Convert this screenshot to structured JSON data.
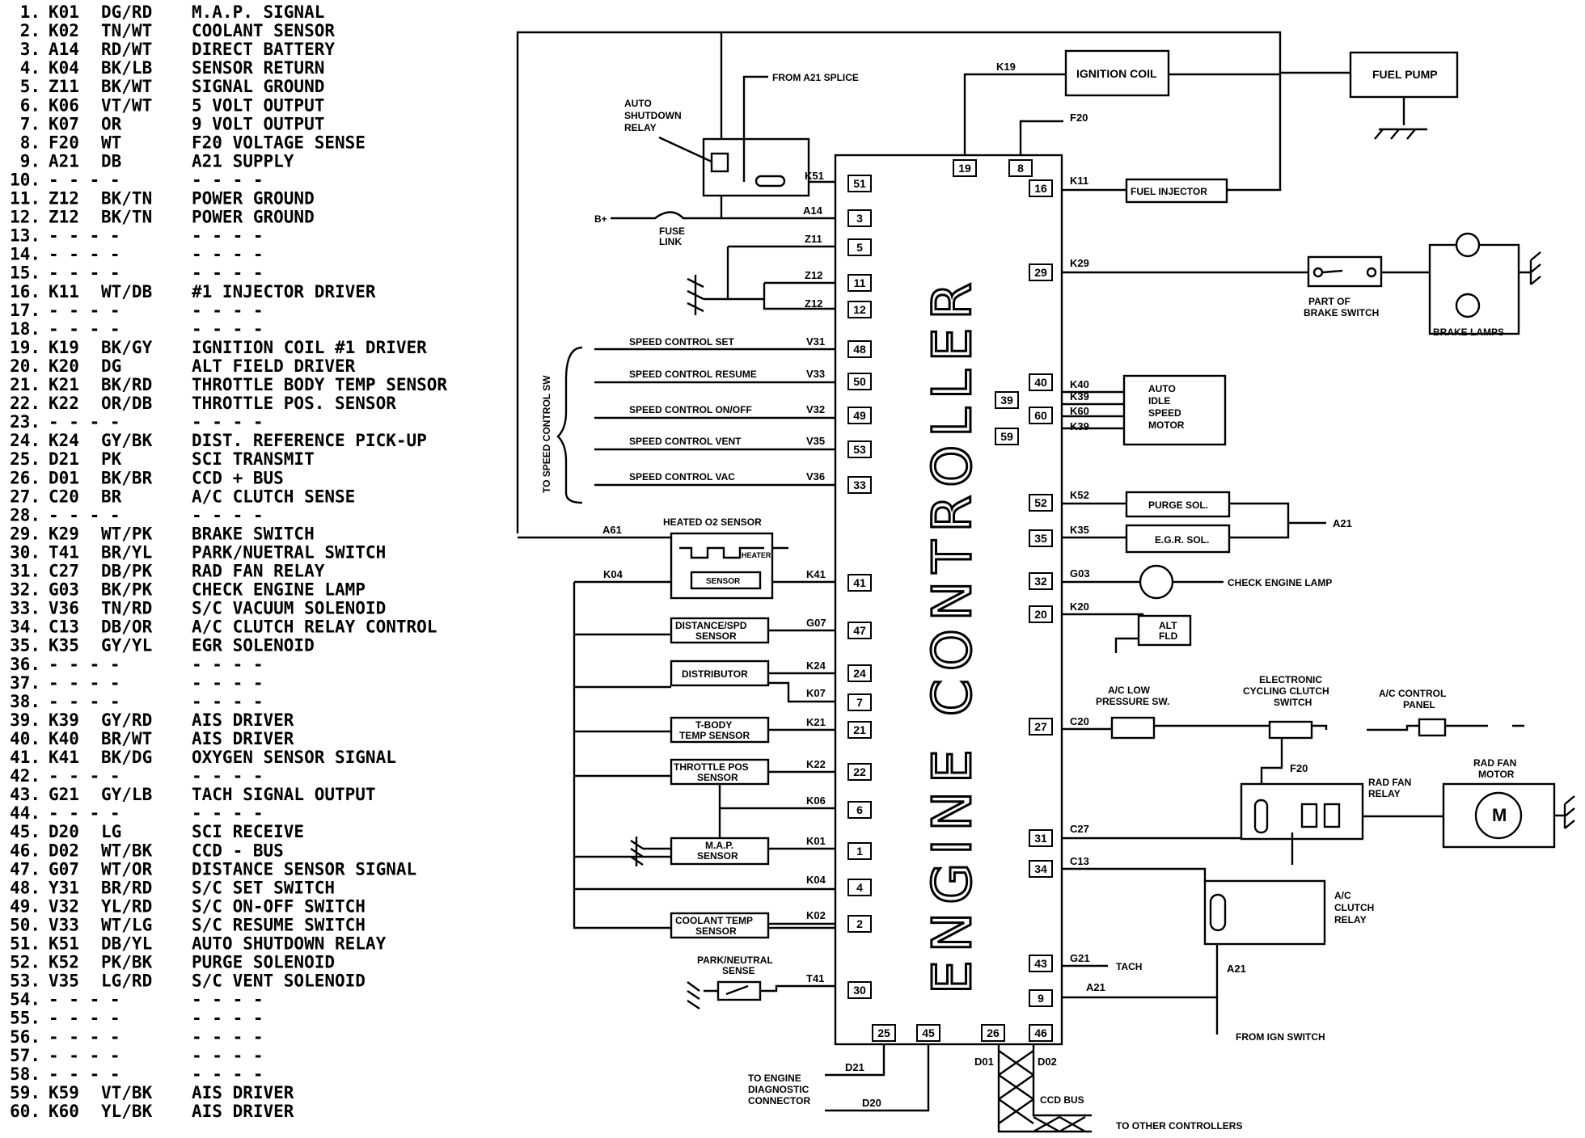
{
  "pin_table": [
    {
      "num": "1.",
      "code": "K01",
      "color": "DG/RD",
      "func": "M.A.P. SIGNAL"
    },
    {
      "num": "2.",
      "code": "K02",
      "color": "TN/WT",
      "func": "COOLANT SENSOR"
    },
    {
      "num": "3.",
      "code": "A14",
      "color": "RD/WT",
      "func": "DIRECT BATTERY"
    },
    {
      "num": "4.",
      "code": "K04",
      "color": "BK/LB",
      "func": "SENSOR RETURN"
    },
    {
      "num": "5.",
      "code": "Z11",
      "color": "BK/WT",
      "func": "SIGNAL GROUND"
    },
    {
      "num": "6.",
      "code": "K06",
      "color": "VT/WT",
      "func": "5 VOLT OUTPUT"
    },
    {
      "num": "7.",
      "code": "K07",
      "color": "OR",
      "func": "9 VOLT OUTPUT"
    },
    {
      "num": "8.",
      "code": "F20",
      "color": "WT",
      "func": "F20 VOLTAGE SENSE"
    },
    {
      "num": "9.",
      "code": "A21",
      "color": "DB",
      "func": "A21 SUPPLY"
    },
    {
      "num": "10.",
      "code": "- - - -",
      "color": "",
      "func": "- - - -"
    },
    {
      "num": "11.",
      "code": "Z12",
      "color": "BK/TN",
      "func": "POWER GROUND"
    },
    {
      "num": "12.",
      "code": "Z12",
      "color": "BK/TN",
      "func": "POWER GROUND"
    },
    {
      "num": "13.",
      "code": "- - - -",
      "color": "",
      "func": "- - - -"
    },
    {
      "num": "14.",
      "code": "- - - -",
      "color": "",
      "func": "- - - -"
    },
    {
      "num": "15.",
      "code": "- - - -",
      "color": "",
      "func": "- - - -"
    },
    {
      "num": "16.",
      "code": "K11",
      "color": "WT/DB",
      "func": "#1 INJECTOR DRIVER"
    },
    {
      "num": "17.",
      "code": "- - - -",
      "color": "",
      "func": "- - - -"
    },
    {
      "num": "18.",
      "code": "- - - -",
      "color": "",
      "func": "- - - -"
    },
    {
      "num": "19.",
      "code": "K19",
      "color": "BK/GY",
      "func": "IGNITION COIL #1 DRIVER"
    },
    {
      "num": "20.",
      "code": "K20",
      "color": "DG",
      "func": "ALT FIELD DRIVER"
    },
    {
      "num": "21.",
      "code": "K21",
      "color": "BK/RD",
      "func": "THROTTLE BODY TEMP SENSOR"
    },
    {
      "num": "22.",
      "code": "K22",
      "color": "OR/DB",
      "func": "THROTTLE POS. SENSOR"
    },
    {
      "num": "23.",
      "code": "- - - -",
      "color": "",
      "func": "- - - -"
    },
    {
      "num": "24.",
      "code": "K24",
      "color": "GY/BK",
      "func": "DIST. REFERENCE PICK-UP"
    },
    {
      "num": "25.",
      "code": "D21",
      "color": "PK",
      "func": "SCI TRANSMIT"
    },
    {
      "num": "26.",
      "code": "D01",
      "color": "BK/BR",
      "func": "CCD + BUS"
    },
    {
      "num": "27.",
      "code": "C20",
      "color": "BR",
      "func": "A/C CLUTCH SENSE"
    },
    {
      "num": "28.",
      "code": "- - - -",
      "color": "",
      "func": "- - - -"
    },
    {
      "num": "29.",
      "code": "K29",
      "color": "WT/PK",
      "func": "BRAKE SWITCH"
    },
    {
      "num": "30.",
      "code": "T41",
      "color": "BR/YL",
      "func": "PARK/NUETRAL SWITCH"
    },
    {
      "num": "31.",
      "code": "C27",
      "color": "DB/PK",
      "func": "RAD FAN RELAY"
    },
    {
      "num": "32.",
      "code": "G03",
      "color": "BK/PK",
      "func": "CHECK ENGINE LAMP"
    },
    {
      "num": "33.",
      "code": "V36",
      "color": "TN/RD",
      "func": "S/C VACUUM SOLENOID"
    },
    {
      "num": "34.",
      "code": "C13",
      "color": "DB/OR",
      "func": "A/C CLUTCH RELAY CONTROL"
    },
    {
      "num": "35.",
      "code": "K35",
      "color": "GY/YL",
      "func": "EGR SOLENOID"
    },
    {
      "num": "36.",
      "code": "- - - -",
      "color": "",
      "func": "- - - -"
    },
    {
      "num": "37.",
      "code": "- - - -",
      "color": "",
      "func": "- - - -"
    },
    {
      "num": "38.",
      "code": "- - - -",
      "color": "",
      "func": "- - - -"
    },
    {
      "num": "39.",
      "code": "K39",
      "color": "GY/RD",
      "func": "AIS DRIVER"
    },
    {
      "num": "40.",
      "code": "K40",
      "color": "BR/WT",
      "func": "AIS DRIVER"
    },
    {
      "num": "41.",
      "code": "K41",
      "color": "BK/DG",
      "func": "OXYGEN SENSOR SIGNAL"
    },
    {
      "num": "42.",
      "code": "- - - -",
      "color": "",
      "func": "- - - -"
    },
    {
      "num": "43.",
      "code": "G21",
      "color": "GY/LB",
      "func": "TACH SIGNAL OUTPUT"
    },
    {
      "num": "44.",
      "code": "- - - -",
      "color": "",
      "func": "- - - -"
    },
    {
      "num": "45.",
      "code": "D20",
      "color": "LG",
      "func": "SCI RECEIVE"
    },
    {
      "num": "46.",
      "code": "D02",
      "color": "WT/BK",
      "func": "CCD - BUS"
    },
    {
      "num": "47.",
      "code": "G07",
      "color": "WT/OR",
      "func": "DISTANCE SENSOR SIGNAL"
    },
    {
      "num": "48.",
      "code": "Y31",
      "color": "BR/RD",
      "func": "S/C SET SWITCH"
    },
    {
      "num": "49.",
      "code": "V32",
      "color": "YL/RD",
      "func": "S/C ON-OFF SWITCH"
    },
    {
      "num": "50.",
      "code": "V33",
      "color": "WT/LG",
      "func": "S/C RESUME SWITCH"
    },
    {
      "num": "51.",
      "code": "K51",
      "color": "DB/YL",
      "func": "AUTO SHUTDOWN RELAY"
    },
    {
      "num": "52.",
      "code": "K52",
      "color": "PK/BK",
      "func": "PURGE SOLENOID"
    },
    {
      "num": "53.",
      "code": "V35",
      "color": "LG/RD",
      "func": "S/C VENT SOLENOID"
    },
    {
      "num": "54.",
      "code": "- - - -",
      "color": "",
      "func": "- - - -"
    },
    {
      "num": "55.",
      "code": "- - - -",
      "color": "",
      "func": "- - - -"
    },
    {
      "num": "56.",
      "code": "- - - -",
      "color": "",
      "func": "- - - -"
    },
    {
      "num": "57.",
      "code": "- - - -",
      "color": "",
      "func": "- - - -"
    },
    {
      "num": "58.",
      "code": "- - - -",
      "color": "",
      "func": "- - - -"
    },
    {
      "num": "59.",
      "code": "K59",
      "color": "VT/BK",
      "func": "AIS DRIVER"
    },
    {
      "num": "60.",
      "code": "K60",
      "color": "YL/BK",
      "func": "AIS DRIVER"
    }
  ],
  "controller": {
    "title": "ENGINE CONTROLLER"
  },
  "components": {
    "auto_shutdown_relay": "AUTO SHUTDOWN RELAY",
    "from_a21_splice": "FROM A21 SPLICE",
    "ignition_coil": "IGNITION COIL",
    "fuel_pump": "FUEL PUMP",
    "fuel_injector": "FUEL INJECTOR",
    "b_plus": "B+",
    "fuse_link": "FUSE LINK",
    "brake_switch": "PART OF BRAKE SWITCH",
    "brake_lamps": "BRAKE LAMPS",
    "ais_motor": "AUTO IDLE SPEED MOTOR",
    "purge_sol": "PURGE SOL.",
    "egr_sol": "E.G.R. SOL.",
    "check_engine_lamp": "CHECK ENGINE LAMP",
    "alt_fld": "ALT FLD",
    "ac_low_pressure": "A/C LOW PRESSURE SW.",
    "cycling_clutch": "ELECTRONIC CYCLING CLUTCH SWITCH",
    "ac_control_panel": "A/C CONTROL PANEL",
    "rad_fan_relay": "RAD FAN RELAY",
    "rad_fan_motor": "RAD FAN MOTOR",
    "motor_m": "M",
    "ac_clutch_relay": "A/C CLUTCH RELAY",
    "tach": "TACH",
    "from_ign_switch": "FROM IGN SWITCH",
    "diag_connector": "TO ENGINE DIAGNOSTIC CONNECTOR",
    "ccd_bus": "CCD BUS",
    "to_other_controllers": "TO OTHER CONTROLLERS",
    "heated_o2": "HEATED O2 SENSOR",
    "heater": "HEATER",
    "sensor": "SENSOR",
    "distance_spd": "DISTANCE/SPD SENSOR",
    "distributor": "DISTRIBUTOR",
    "tbody_temp": "T-BODY TEMP SENSOR",
    "throttle_pos": "THROTTLE POS SENSOR",
    "map_sensor": "M.A.P. SENSOR",
    "coolant_temp": "COOLANT TEMP SENSOR",
    "park_neutral": "PARK/NEUTRAL SENSE",
    "to_speed_control_sw": "TO SPEED CONTROL SW",
    "speed_set": "SPEED CONTROL SET",
    "speed_resume": "SPEED CONTROL RESUME",
    "speed_onoff": "SPEED CONTROL ON/OFF",
    "speed_vent": "SPEED CONTROL VENT",
    "speed_vac": "SPEED CONTROL VAC"
  }
}
